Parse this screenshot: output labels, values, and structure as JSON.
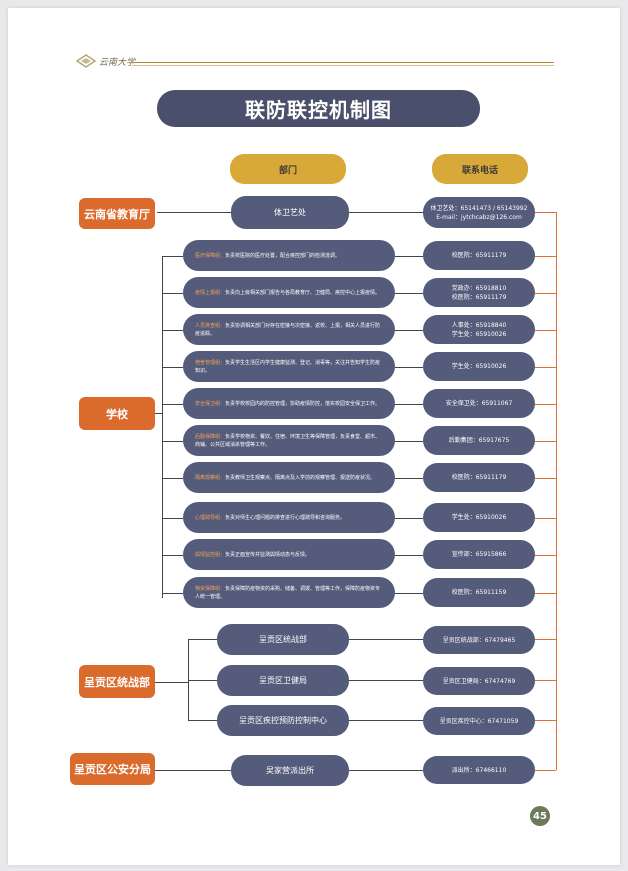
{
  "header": {
    "logo_text": "云南大学"
  },
  "title": "联防联控机制图",
  "columns": {
    "dept": "部门",
    "phone": "联系电话"
  },
  "orgs": {
    "edu": "云南省教育厅",
    "school": "学校",
    "cheng_gong": "呈贡区统战部",
    "police": "呈贡区公安分局"
  },
  "edu_office": "体卫艺处",
  "edu_phone": [
    "体卫艺处：65141473 / 65143992",
    "E-mail：jytchcabz@126.com"
  ],
  "departments": [
    {
      "label": "医疗保障组：",
      "text": "负责校医院的医疗处置，配合疾控部门的检测流调。",
      "phone": [
        "校医院：65911179"
      ]
    },
    {
      "label": "疫情上报组：",
      "text": "负责向上级相关部门报告与各局教育厅、卫健局、疾控中心上报疫情。",
      "phone": [
        "党政办：65918810",
        "校医院：65911179"
      ]
    },
    {
      "label": "人员排查组：",
      "text": "负责协调相关部门对存在密接与次密接、返校、上报，相关人员进行防疫追踪。",
      "phone": [
        "人事处：65918840",
        "学生处：65910026"
      ]
    },
    {
      "label": "宿舍管理组：",
      "text": "负责学生生活区内学生健康监测、登记、消毒等，关注并告知学生防疫知识。",
      "phone": [
        "学生处：65910026"
      ]
    },
    {
      "label": "安全保卫组：",
      "text": "负责学校校园内的防控管理，协助疫情防控，落实校园安全保卫工作。",
      "phone": [
        "安全保卫处：65911067"
      ]
    },
    {
      "label": "后勤保障组：",
      "text": "负责学校物资、餐饮、住宿、环境卫生等保障管理，负责食堂、超市、商铺、公共区域消杀管理等工作。",
      "phone": [
        "后勤集团：65917675"
      ]
    },
    {
      "label": "隔离观察组：",
      "text": "负责教师卫生观察点、隔离点及入学前的观察管理、报送防疫状况。",
      "phone": [
        "校医院：65911179"
      ]
    },
    {
      "label": "心理疏导组：",
      "text": "负责对师生心理问题的排查进行心理疏导和咨询服务。",
      "phone": [
        "学生处：65910026"
      ]
    },
    {
      "label": "舆情监控组：",
      "text": "负责正面宣传并监测舆情动态与反馈。",
      "phone": [
        "宣传部：65915866"
      ]
    },
    {
      "label": "物资保障组：",
      "text": "负责保障防疫物资的采购、储备、调拨、管理等工作，保障防疫物资专人统一管理。",
      "phone": [
        "校医院：65911159"
      ]
    }
  ],
  "cg_units": [
    {
      "name": "呈贡区统战部",
      "phone": "呈贡区统战部：67479465"
    },
    {
      "name": "呈贡区卫健局",
      "phone": "呈贡区卫健局：67474769"
    },
    {
      "name": "呈贡区疾控预防控制中心",
      "phone": "呈贡区疾控中心：67471059"
    }
  ],
  "police_unit": {
    "name": "吴家营派出所",
    "phone": "派出所：67466110"
  },
  "page_number": "45"
}
